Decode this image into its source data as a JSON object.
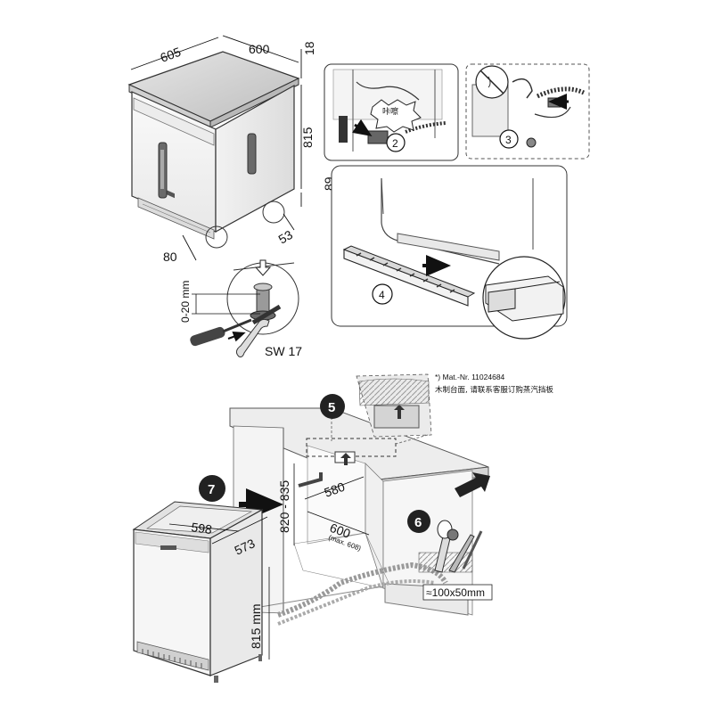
{
  "top_left": {
    "dim_depth": "605",
    "dim_width": "600",
    "dim_top": "18",
    "dim_height": "815",
    "dim_plinth": "89",
    "dim_plinth_depth": "53",
    "dim_toe": "80",
    "dim_adjust": "0-20 mm",
    "wrench": "SW 17"
  },
  "step2": {
    "number": "2",
    "callout": "咔嚓"
  },
  "step3": {
    "number": "3"
  },
  "step4": {
    "number": "4"
  },
  "bottom": {
    "step5": "5",
    "step6": "6",
    "step7": "7",
    "note_line1": "*) Mat.-Nr. 11024684",
    "note_line2": "木制台面, 请联系客服订购蒸汽挡板",
    "dim_580": "580",
    "dim_niche_height": "820 - 835",
    "dim_600": "600",
    "dim_max": "(max. 608)",
    "dim_598": "598",
    "dim_573": "573",
    "dim_815": "815 mm",
    "dim_hole": "≈100x50mm"
  }
}
